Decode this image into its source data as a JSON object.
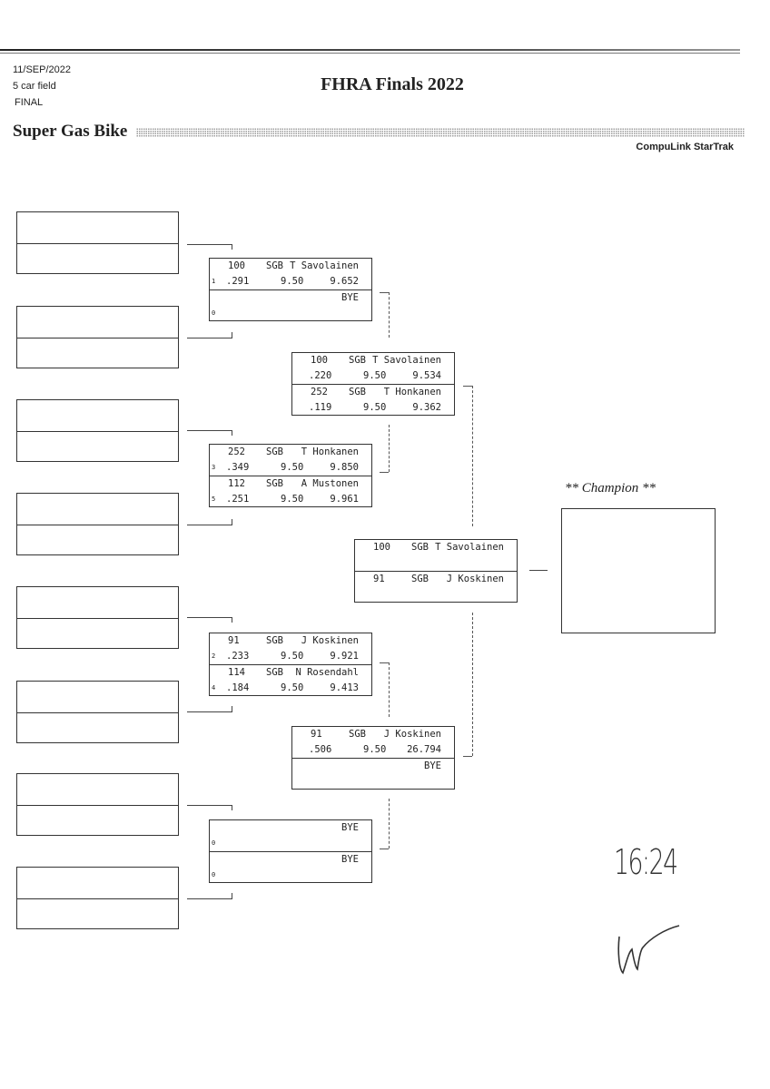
{
  "header": {
    "date": "11/SEP/2022",
    "field": "5 car field",
    "round": "FINAL",
    "title": "FHRA Finals 2022",
    "class_name": "Super Gas Bike",
    "brand": "CompuLink StarTrak"
  },
  "champion": {
    "label": "** Champion **"
  },
  "handwriting": {
    "time": "16:24",
    "initials": "Lr"
  },
  "rounds": {
    "r1": [
      [
        {
          "num": "100",
          "cls": "SGB",
          "name": "T Savolainen",
          "seed": "1",
          "rt": ".291",
          "dial": "9.50",
          "et": "9.652"
        },
        {
          "name": "BYE",
          "seed": "0"
        }
      ],
      [
        {
          "num": "252",
          "cls": "SGB",
          "name": "T Honkanen",
          "seed": "3",
          "rt": ".349",
          "dial": "9.50",
          "et": "9.850"
        },
        {
          "num": "112",
          "cls": "SGB",
          "name": "A Mustonen",
          "seed": "5",
          "rt": ".251",
          "dial": "9.50",
          "et": "9.961"
        }
      ],
      [
        {
          "num": "91",
          "cls": "SGB",
          "name": "J Koskinen",
          "seed": "2",
          "rt": ".233",
          "dial": "9.50",
          "et": "9.921"
        },
        {
          "num": "114",
          "cls": "SGB",
          "name": "N Rosendahl",
          "seed": "4",
          "rt": ".184",
          "dial": "9.50",
          "et": "9.413"
        }
      ],
      [
        {
          "name": "BYE",
          "seed": "0"
        },
        {
          "name": "BYE",
          "seed": "0"
        }
      ]
    ],
    "r2": [
      [
        {
          "num": "100",
          "cls": "SGB",
          "name": "T Savolainen",
          "rt": ".220",
          "dial": "9.50",
          "et": "9.534"
        },
        {
          "num": "252",
          "cls": "SGB",
          "name": "T Honkanen",
          "rt": ".119",
          "dial": "9.50",
          "et": "9.362"
        }
      ],
      [
        {
          "num": "91",
          "cls": "SGB",
          "name": "J Koskinen",
          "rt": ".506",
          "dial": "9.50",
          "et": "26.794"
        },
        {
          "name": "BYE"
        }
      ]
    ],
    "r3": [
      [
        {
          "num": "100",
          "cls": "SGB",
          "name": "T Savolainen"
        },
        {
          "num": "91",
          "cls": "SGB",
          "name": "J Koskinen"
        }
      ]
    ]
  }
}
